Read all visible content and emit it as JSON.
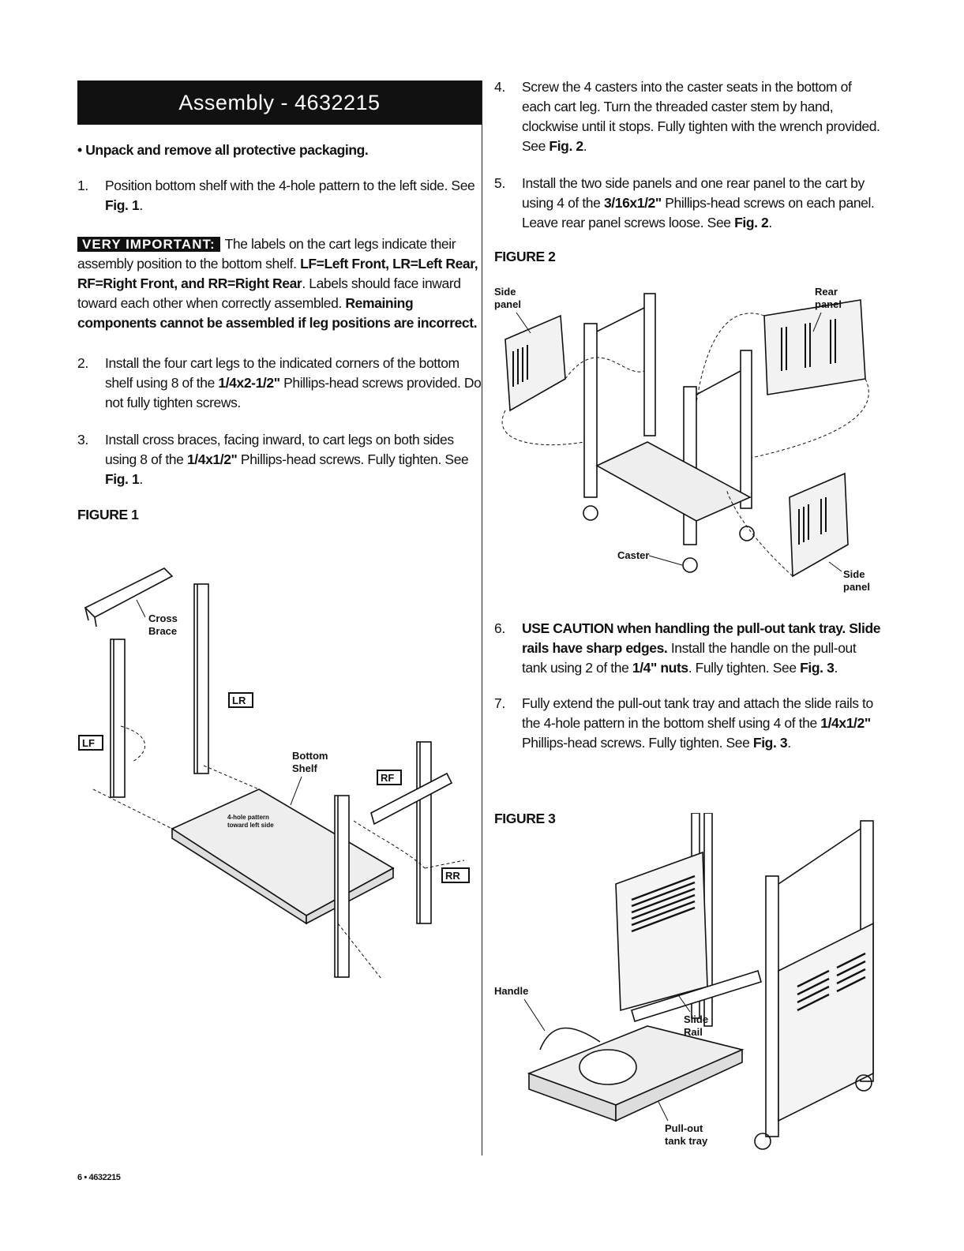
{
  "header": {
    "title": "Assembly - 4632215"
  },
  "intro": "• Unpack and remove all protective packaging.",
  "steps": {
    "s1": {
      "num": "1.",
      "pre": "Position bottom shelf with the 4-hole pattern to the left side. See ",
      "ref": "Fig. 1",
      "post": "."
    },
    "important": {
      "badge": "VERY IMPORTANT:",
      "t1": "The labels on the cart legs indicate their assembly position to the bottom shelf. ",
      "lf": "LF",
      "lf_txt": "=Left Front, ",
      "lr": "LR",
      "lr_txt": "=Left Rear, ",
      "rf": "RF",
      "rf_txt": "=Right Front, and ",
      "rr": "RR",
      "rr_txt": "=Right Rear",
      "t2": ". Labels should face inward toward each other when correctly assembled. ",
      "warn": "Remaining components cannot be assembled if leg positions are incorrect."
    },
    "s2": {
      "num": "2.",
      "pre": "Install the four cart legs to the indicated corners of the bottom shelf using 8 of the ",
      "spec": "1/4x2-1/2\"",
      "post": " Phillips-head screws provided. Do not fully tighten screws."
    },
    "s3": {
      "num": "3.",
      "pre": "Install cross braces, facing inward, to cart legs on both sides using 8 of the ",
      "spec": "1/4x1/2\"",
      "mid": " Phillips-head screws. Fully tighten. See ",
      "ref": "Fig. 1",
      "post": "."
    },
    "s4": {
      "num": "4.",
      "pre": "Screw the 4 casters into the caster seats in the bottom of each cart leg. Turn the threaded caster stem by hand, clockwise until it stops. Fully tighten with the wrench provided. See ",
      "ref": "Fig. 2",
      "post": "."
    },
    "s5": {
      "num": "5.",
      "pre": "Install the two side panels and one rear panel to the cart by using 4 of the ",
      "spec": "3/16x1/2\"",
      "mid": " Phillips-head screws on each panel. Leave rear panel screws loose. See ",
      "ref": "Fig. 2",
      "post": "."
    },
    "s6": {
      "num": "6.",
      "bold": "USE CAUTION when handling the pull-out tank tray. Slide rails have sharp edges.",
      "pre": " Install the handle on the pull-out tank using 2 of the ",
      "spec": "1/4\" nuts",
      "mid": ". Fully tighten. See ",
      "ref": "Fig. 3",
      "post": "."
    },
    "s7": {
      "num": "7.",
      "pre": "Fully extend the pull-out tank tray and attach the slide rails to the 4-hole pattern in the bottom shelf using 4 of the ",
      "spec": "1/4x1/2\"",
      "mid": " Phillips-head screws. Fully tighten. See ",
      "ref": "Fig. 3",
      "post": "."
    }
  },
  "figure1": {
    "label": "FIGURE 1",
    "cross_brace": [
      "Cross",
      "Brace"
    ],
    "bottom_shelf": [
      "Bottom",
      "Shelf"
    ],
    "hole_note": [
      "4-hole pattern",
      "toward left side"
    ],
    "tags": {
      "lf": "LF",
      "lr": "LR",
      "rf": "RF",
      "rr": "RR"
    }
  },
  "figure2": {
    "label": "FIGURE 2",
    "side_panel_left": [
      "Side",
      "panel"
    ],
    "rear_panel": [
      "Rear",
      "panel"
    ],
    "caster": "Caster",
    "side_panel_right": [
      "Side",
      "panel"
    ]
  },
  "figure3": {
    "label": "FIGURE 3",
    "handle": "Handle",
    "slide_rail": [
      "Slide",
      "Rail"
    ],
    "tank_tray": [
      "Pull-out",
      "tank tray"
    ]
  },
  "footer": {
    "page": "6 • 4632215"
  }
}
